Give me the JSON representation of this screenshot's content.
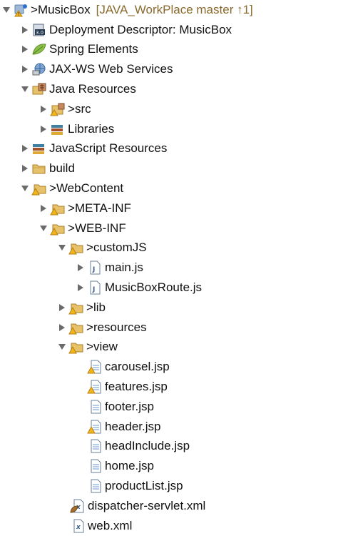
{
  "tree": {
    "root": {
      "prefix": "> ",
      "label": "MusicBox",
      "decoration": "[JAVA_WorkPlace master ↑1]"
    },
    "deployment_descriptor": "Deployment Descriptor: MusicBox",
    "spring_elements": "Spring Elements",
    "jaxws": "JAX-WS Web Services",
    "java_resources": "Java Resources",
    "src": {
      "prefix": "> ",
      "label": "src"
    },
    "libraries": "Libraries",
    "javascript_resources": "JavaScript Resources",
    "build": "build",
    "webcontent": {
      "prefix": "> ",
      "label": "WebContent"
    },
    "meta_inf": {
      "prefix": "> ",
      "label": "META-INF"
    },
    "web_inf": {
      "prefix": "> ",
      "label": "WEB-INF"
    },
    "customjs": {
      "prefix": "> ",
      "label": "customJS"
    },
    "main_js": "main.js",
    "musicboxroute_js": "MusicBoxRoute.js",
    "lib": {
      "prefix": "> ",
      "label": "lib"
    },
    "resources": {
      "prefix": "> ",
      "label": "resources"
    },
    "view": {
      "prefix": "> ",
      "label": "view"
    },
    "carousel_jsp": "carousel.jsp",
    "features_jsp": "features.jsp",
    "footer_jsp": "footer.jsp",
    "header_jsp": "header.jsp",
    "headinclude_jsp": "headInclude.jsp",
    "home_jsp": "home.jsp",
    "productlist_jsp": "productList.jsp",
    "dispatcher_xml": "dispatcher-servlet.xml",
    "web_xml": "web.xml"
  },
  "colors": {
    "folder": "#e8c26a",
    "twisty": "#6b6b6b",
    "decoration": "#8a6a2d",
    "warning": "#f2b51b"
  }
}
